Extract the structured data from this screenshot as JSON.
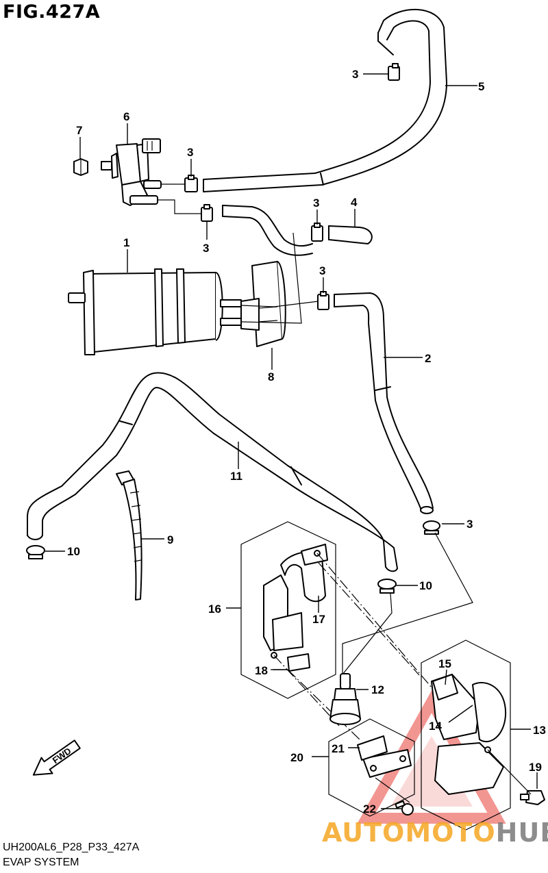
{
  "figure": {
    "title": "FIG.427A",
    "code": "UH200AL6_P28_P33_427A",
    "system": "EVAP SYSTEM",
    "direction_label": "FWD"
  },
  "watermark": {
    "text_a": "AUTOMOTO",
    "text_b": "HUB",
    "color_a": "#f5a623",
    "color_b": "#7a7a7a",
    "triangle_color": "#e8423a"
  },
  "callouts": [
    {
      "id": "c5",
      "label": "5"
    },
    {
      "id": "c3a",
      "label": "3"
    },
    {
      "id": "c6",
      "label": "6"
    },
    {
      "id": "c7",
      "label": "7"
    },
    {
      "id": "c3b",
      "label": "3"
    },
    {
      "id": "c3c",
      "label": "3"
    },
    {
      "id": "c3d",
      "label": "3"
    },
    {
      "id": "c4",
      "label": "4"
    },
    {
      "id": "c1",
      "label": "1"
    },
    {
      "id": "c3e",
      "label": "3"
    },
    {
      "id": "c2",
      "label": "2"
    },
    {
      "id": "c8",
      "label": "8"
    },
    {
      "id": "c11",
      "label": "11"
    },
    {
      "id": "c9",
      "label": "9"
    },
    {
      "id": "c3f",
      "label": "3"
    },
    {
      "id": "c10a",
      "label": "10"
    },
    {
      "id": "c10b",
      "label": "10"
    },
    {
      "id": "c16",
      "label": "16"
    },
    {
      "id": "c17",
      "label": "17"
    },
    {
      "id": "c18",
      "label": "18"
    },
    {
      "id": "c12",
      "label": "12"
    },
    {
      "id": "c15",
      "label": "15"
    },
    {
      "id": "c13",
      "label": "13"
    },
    {
      "id": "c14",
      "label": "14"
    },
    {
      "id": "c21",
      "label": "21"
    },
    {
      "id": "c20",
      "label": "20"
    },
    {
      "id": "c19",
      "label": "19"
    },
    {
      "id": "c22",
      "label": "22"
    }
  ]
}
